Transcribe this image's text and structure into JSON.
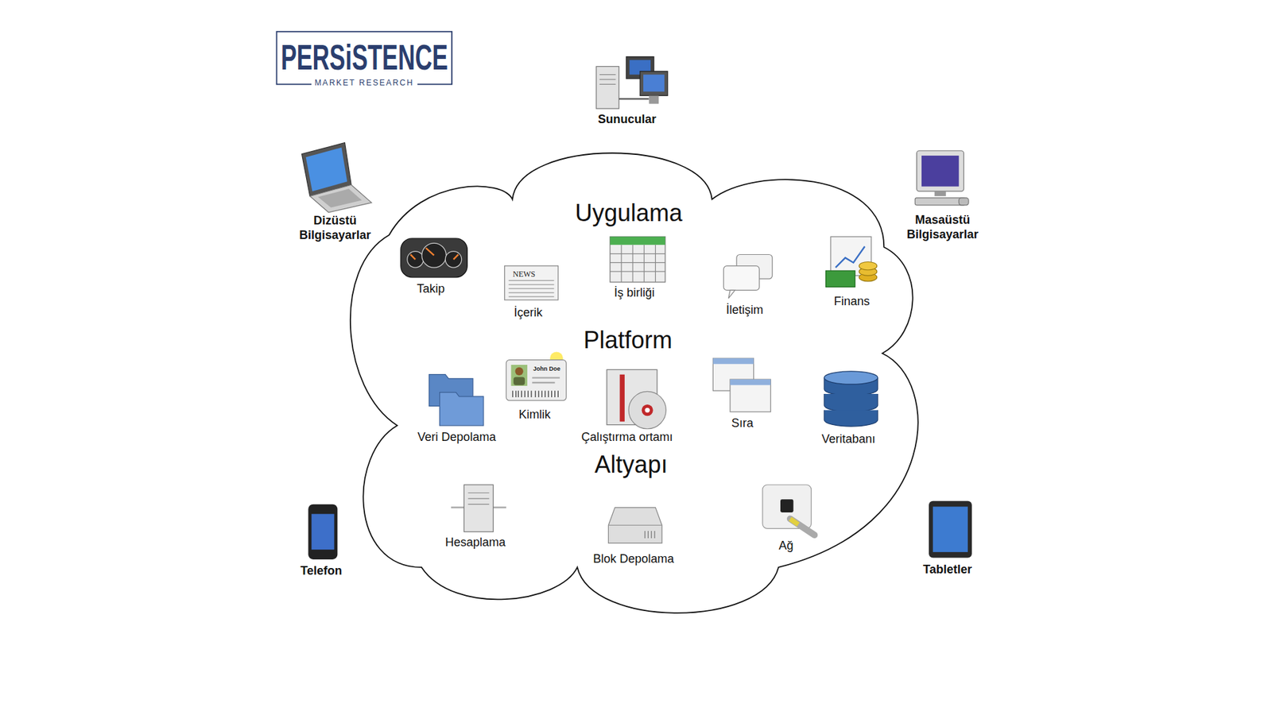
{
  "diagram": {
    "nodes": [
      {
        "text": [
          "Uygulama",
          "Platform",
          "Altyapı"
        ]
      }
    ],
    "labels": [
      "PERSiSTENCE",
      "MARKET RESEARCH",
      "Sunucular",
      "Dizüstü Bilgisayarlar",
      "Masaüstü Bilgisayarlar",
      "Telefon",
      "Tabletler",
      "Takip",
      "NEWS",
      "İçerik",
      "İş birliği",
      "İletişim",
      "Finans",
      "John Doe",
      "Kimlik",
      "Veri Depolama",
      "Çalıştırma ortamı",
      "Sıra",
      "Veritabanı",
      "Hesaplama",
      "Blok Depolama",
      "Ağ"
    ]
  }
}
